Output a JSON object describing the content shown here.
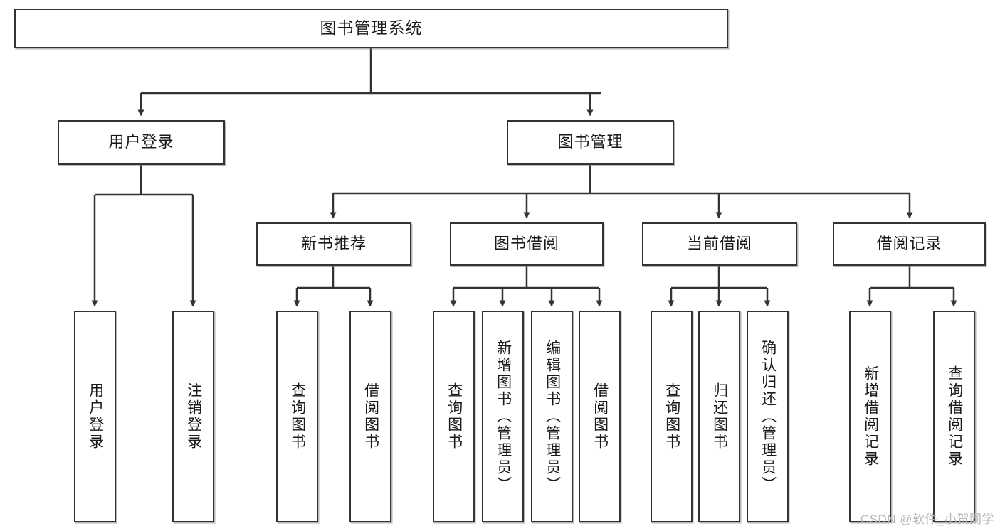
{
  "diagram": {
    "title": "图书管理系统",
    "type": "hierarchy-tree",
    "background_color": "#ffffff",
    "box_border_color": "#333333",
    "text_color": "#1a1a1a",
    "watermark": "CSDN @软件_小贺同学",
    "watermark_color": "#b9b9b9",
    "levels": [
      {
        "level": 1,
        "nodes": [
          {
            "id": "root",
            "label": "图书管理系统",
            "orientation": "horizontal"
          }
        ]
      },
      {
        "level": 2,
        "nodes": [
          {
            "id": "user-login",
            "label": "用户登录",
            "orientation": "horizontal",
            "parent": "root"
          },
          {
            "id": "book-manage",
            "label": "图书管理",
            "orientation": "horizontal",
            "parent": "root"
          }
        ]
      },
      {
        "level": 3,
        "nodes": [
          {
            "id": "new-book-rec",
            "label": "新书推荐",
            "orientation": "horizontal",
            "parent": "book-manage"
          },
          {
            "id": "book-borrow",
            "label": "图书借阅",
            "orientation": "horizontal",
            "parent": "book-manage"
          },
          {
            "id": "current-borrow",
            "label": "当前借阅",
            "orientation": "horizontal",
            "parent": "book-manage"
          },
          {
            "id": "borrow-record",
            "label": "借阅记录",
            "orientation": "horizontal",
            "parent": "book-manage"
          }
        ]
      },
      {
        "level": 4,
        "nodes": [
          {
            "id": "leaf-1",
            "label": "用户登录",
            "orientation": "vertical",
            "parent": "user-login"
          },
          {
            "id": "leaf-2",
            "label": "注销登录",
            "orientation": "vertical",
            "parent": "user-login"
          },
          {
            "id": "leaf-3",
            "label": "查询图书",
            "orientation": "vertical",
            "parent": "new-book-rec"
          },
          {
            "id": "leaf-4",
            "label": "借阅图书",
            "orientation": "vertical",
            "parent": "new-book-rec"
          },
          {
            "id": "leaf-5",
            "label": "查询图书",
            "orientation": "vertical",
            "parent": "book-borrow"
          },
          {
            "id": "leaf-6",
            "label": "新增图书（管理员）",
            "orientation": "vertical",
            "parent": "book-borrow"
          },
          {
            "id": "leaf-7",
            "label": "编辑图书（管理员）",
            "orientation": "vertical",
            "parent": "book-borrow"
          },
          {
            "id": "leaf-8",
            "label": "借阅图书",
            "orientation": "vertical",
            "parent": "book-borrow"
          },
          {
            "id": "leaf-9",
            "label": "查询图书",
            "orientation": "vertical",
            "parent": "current-borrow"
          },
          {
            "id": "leaf-10",
            "label": "归还图书",
            "orientation": "vertical",
            "parent": "current-borrow"
          },
          {
            "id": "leaf-11",
            "label": "确认归还（管理员）",
            "orientation": "vertical",
            "parent": "current-borrow"
          },
          {
            "id": "leaf-12",
            "label": "新增借阅记录",
            "orientation": "vertical",
            "parent": "borrow-record"
          },
          {
            "id": "leaf-13",
            "label": "查询借阅记录",
            "orientation": "vertical",
            "parent": "borrow-record"
          }
        ]
      }
    ]
  }
}
